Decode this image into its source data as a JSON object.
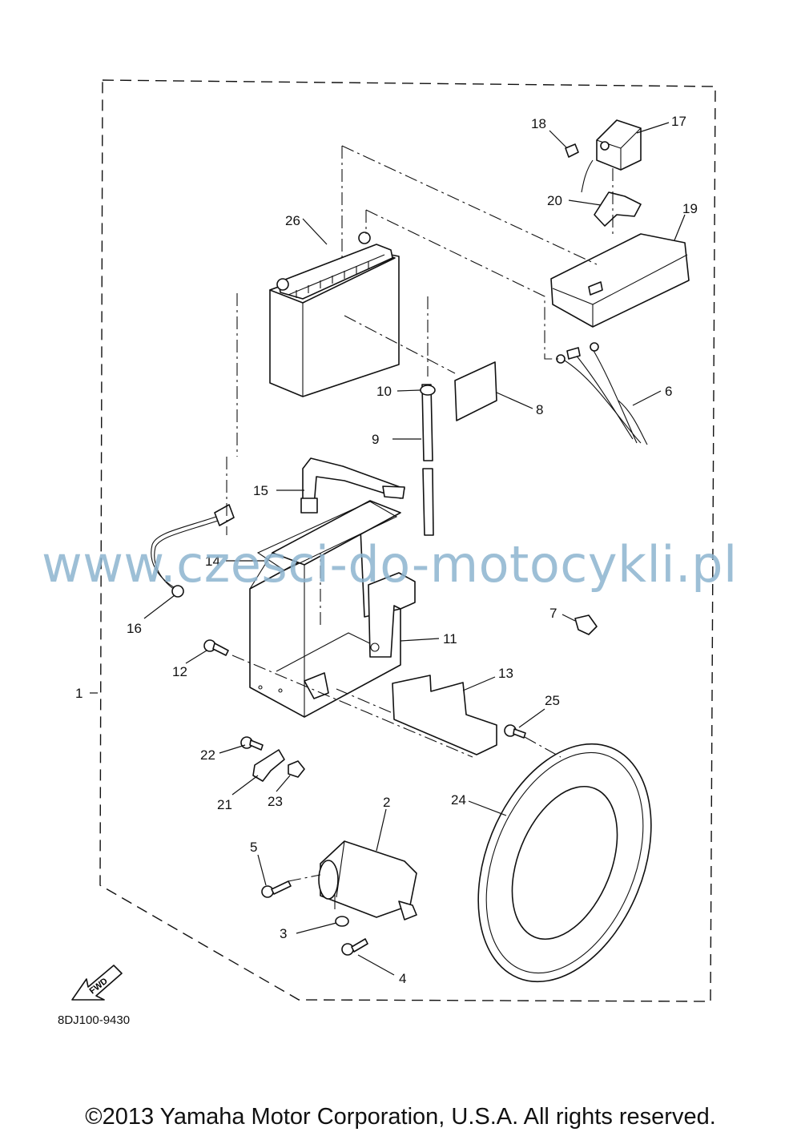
{
  "watermark": "www.czesci-do-motocykli.pl",
  "diagram_code": "8DJ100-9430",
  "fwd_label": "FWD",
  "copyright": "©2013 Yamaha Motor Corporation, U.S.A. All rights reserved.",
  "callouts": [
    "1",
    "2",
    "3",
    "4",
    "5",
    "6",
    "7",
    "8",
    "9",
    "10",
    "11",
    "12",
    "13",
    "14",
    "15",
    "16",
    "17",
    "18",
    "19",
    "20",
    "21",
    "22",
    "23",
    "24",
    "25",
    "26"
  ]
}
